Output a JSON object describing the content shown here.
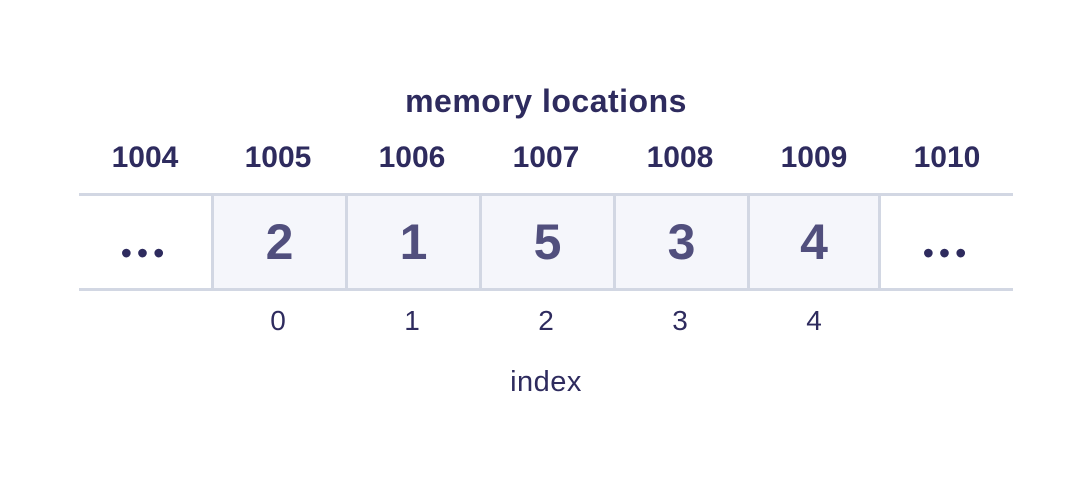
{
  "diagram": {
    "title": "memory locations",
    "axis_label": "index",
    "addresses": [
      "1004",
      "1005",
      "1006",
      "1007",
      "1008",
      "1009",
      "1010"
    ],
    "cells": [
      {
        "value": "•••",
        "kind": "ellipsis"
      },
      {
        "value": "2",
        "kind": "element"
      },
      {
        "value": "1",
        "kind": "element"
      },
      {
        "value": "5",
        "kind": "element"
      },
      {
        "value": "3",
        "kind": "element"
      },
      {
        "value": "4",
        "kind": "element"
      },
      {
        "value": "•••",
        "kind": "ellipsis"
      }
    ],
    "indices": [
      "0",
      "1",
      "2",
      "3",
      "4"
    ],
    "colors": {
      "text_navy": "#2e2b5e",
      "cell_value": "#514f7d",
      "cell_fill": "#f5f6fb",
      "line": "#d2d7e3",
      "background": "#ffffff"
    }
  }
}
